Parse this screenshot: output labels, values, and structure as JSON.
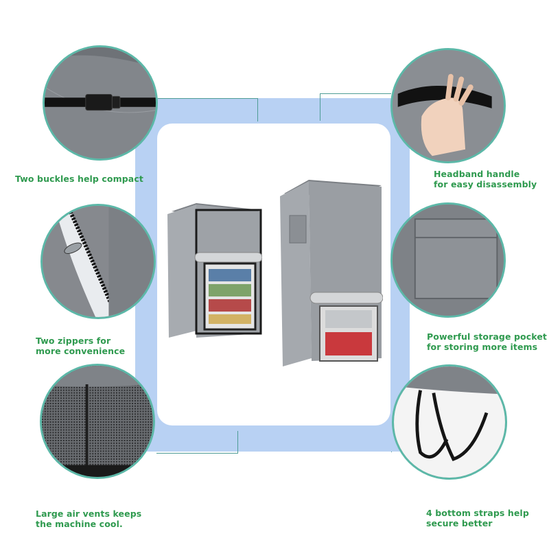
{
  "captions": {
    "buckles": "Two buckles help compact",
    "handle": "Headband handle\nfor easy disassembly",
    "zippers": "Two zippers for\nmore convenience",
    "pocket": "Powerful storage pocket\nfor storing more items",
    "vents": "Large air vents keeps\nthe machine cool.",
    "straps": "4 bottom straps help\nsecure better"
  },
  "colors": {
    "caption": "#2f9a4f",
    "frame": "#b8d1f3",
    "circle_border": "#5cb8a8",
    "cover_gray": "#8f9398"
  }
}
